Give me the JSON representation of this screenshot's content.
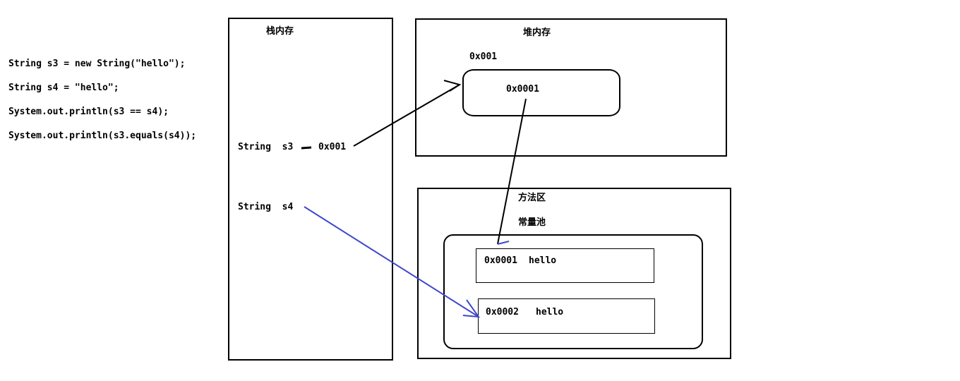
{
  "code": {
    "line1": "String s3 = new String(\"hello\");",
    "line2": "String s4 = \"hello\";",
    "line3": "System.out.println(s3 == s4);",
    "line4": "System.out.println(s3.equals(s4));"
  },
  "stack": {
    "title": "栈内存",
    "s3_decl": "String  s3",
    "s3_value": "0x001",
    "s4_decl": "String  s4"
  },
  "heap": {
    "title": "堆内存",
    "object_address": "0x001",
    "object_value": "0x0001"
  },
  "method_area": {
    "title": "方法区",
    "pool_title": "常量池",
    "entries": [
      {
        "address": "0x0001",
        "value": "hello"
      },
      {
        "address": "0x0002",
        "value": "hello"
      }
    ]
  },
  "colors": {
    "black_arrow": "#000000",
    "blue_arrow": "#3f48cc"
  }
}
